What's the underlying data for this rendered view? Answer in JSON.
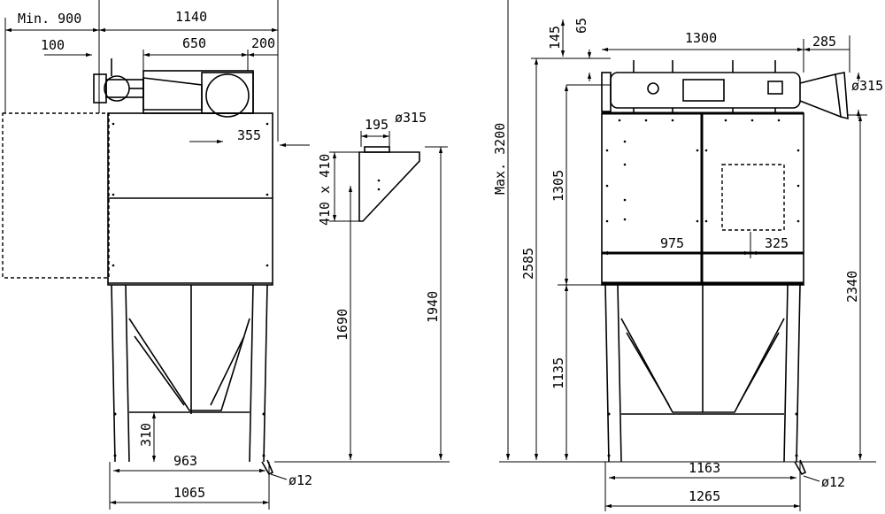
{
  "front_view": {
    "dim_min_width": "Min. 900",
    "dim_overall_width": "1140",
    "dim_offset": "100",
    "dim_duct_width": "650",
    "dim_duct_offset": "200",
    "dim_inlet_offset": "355",
    "dim_leg_inner": "963",
    "dim_leg_outer": "1065",
    "dim_leg_height": "310",
    "dim_foot_hole": "ø12"
  },
  "side_detail": {
    "dim_flange_offset": "195",
    "dim_flange_diameter": "ø315",
    "dim_inlet_size": "410 x 410",
    "dim_inlet_height": "1690",
    "dim_top_height": "1940"
  },
  "side_view": {
    "dim_top_a": "145",
    "dim_top_b": "65",
    "dim_body_width": "1300",
    "dim_outlet_length": "285",
    "dim_outlet_diameter": "ø315",
    "dim_max_height": "Max. 3200",
    "dim_body_height": "1305",
    "dim_total_height": "2585",
    "dim_door_width": "975",
    "dim_door_offset": "325",
    "dim_leg_height": "1135",
    "dim_top_height": "2340",
    "dim_leg_inner": "1163",
    "dim_leg_outer": "1265",
    "dim_foot_hole": "ø12"
  }
}
